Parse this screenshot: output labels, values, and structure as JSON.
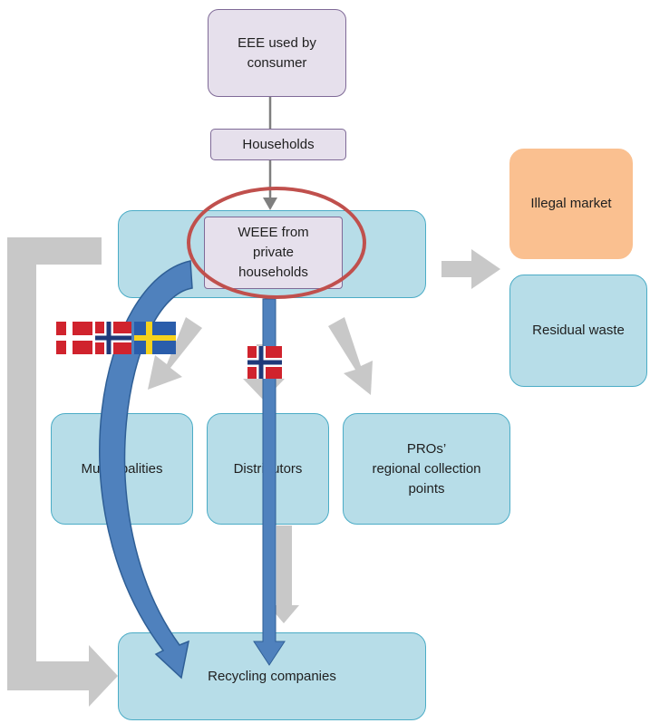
{
  "nodes": {
    "eee": "EEE used by\nconsumer",
    "households": "Households",
    "weee": "WEEE from\nprivate\nhouseholds",
    "illegal": "Illegal market",
    "residual": "Residual  waste",
    "municipalities": "Municipalities",
    "distributors": "Distributors",
    "pros": "PROs’\nregional  collection\npoints",
    "recycling": "Recycling companies"
  },
  "flags": [
    "denmark-flag",
    "norway-flag",
    "sweden-flag",
    "norway-flag"
  ],
  "colors": {
    "lavender": "#e6e0ec",
    "lavender_border": "#7f6a97",
    "light_blue": "#b7dde8",
    "blue_border": "#4bacc6",
    "peach": "#fac090",
    "grey_arrow": "#c8c8c8",
    "blue_arrow": "#4f81bd",
    "highlight_ring": "#c0504d"
  }
}
